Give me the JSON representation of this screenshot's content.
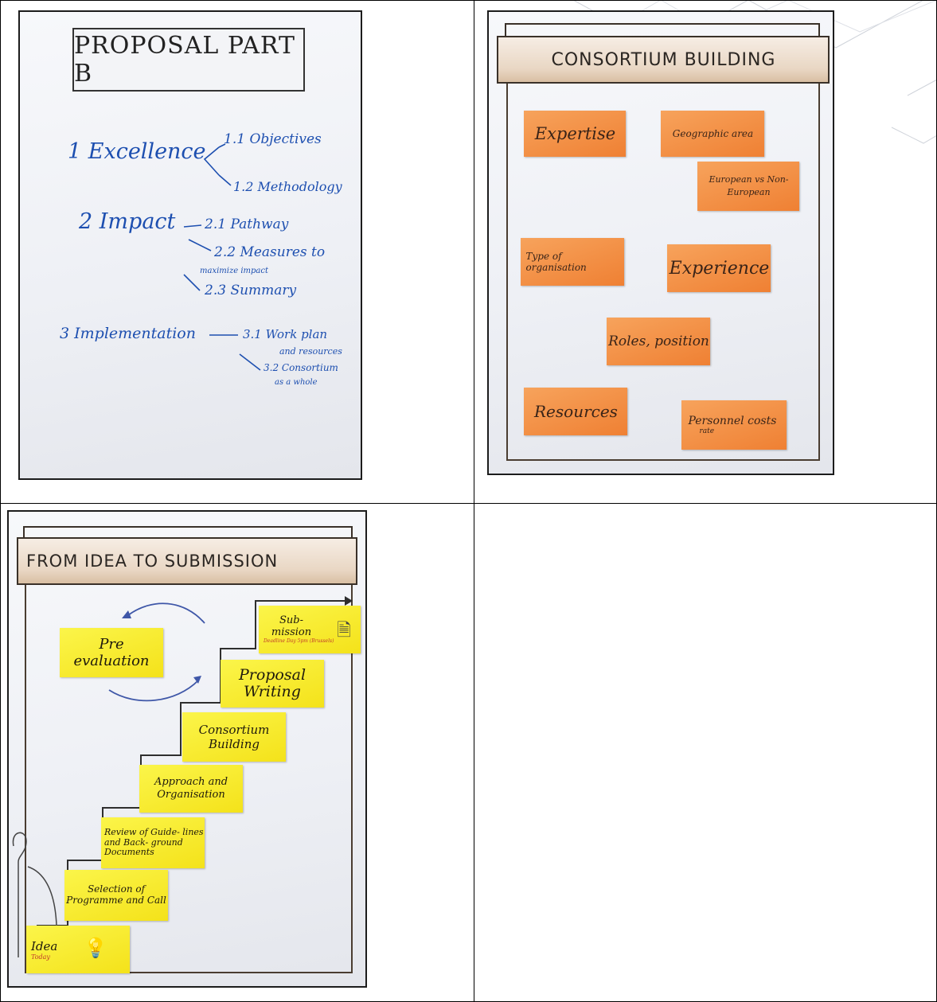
{
  "colors": {
    "marker_blue": "#1d4fb0",
    "orange_note": "#ef8033",
    "yellow_note": "#f4e21a",
    "banner": "#e9d7c4"
  },
  "panel1": {
    "title": "PROPOSAL PART B",
    "items": {
      "excellence": "1 Excellence",
      "objectives": "1.1 Objectives",
      "methodology": "1.2 Methodology",
      "impact": "2 Impact",
      "pathway": "2.1 Pathway",
      "measures": "2.2 Measures to",
      "measures_sub": "maximize impact",
      "summary": "2.3 Summary",
      "implementation": "3 Implementation",
      "workplan": "3.1 Work plan",
      "workplan_sub": "and resources",
      "consortium": "3.2 Consortium",
      "consortium_sub": "as a whole"
    }
  },
  "panel2": {
    "title": "CONSORTIUM BUILDING",
    "notes": {
      "expertise": "Expertise",
      "geographic": "Geographic area",
      "european": "European vs Non-European",
      "type_org": "Type of organisation",
      "experience": "Experience",
      "roles": "Roles, position",
      "resources": "Resources",
      "personnel": "Personnel costs",
      "personnel_sub": "rate"
    }
  },
  "panel3": {
    "title": "FROM IDEA TO SUBMISSION",
    "notes": {
      "pre_eval": "Pre evaluation",
      "submission": "Sub- mission",
      "submission_sub": "Deadline Day 5pm (Brussels)",
      "proposal": "Proposal Writing",
      "consortium": "Consortium Building",
      "approach": "Approach and Organisation",
      "review": "Review of Guide- lines and Back- ground Documents",
      "selection": "Selection of Programme and Call",
      "idea": "Idea",
      "idea_sub": "Today"
    }
  }
}
